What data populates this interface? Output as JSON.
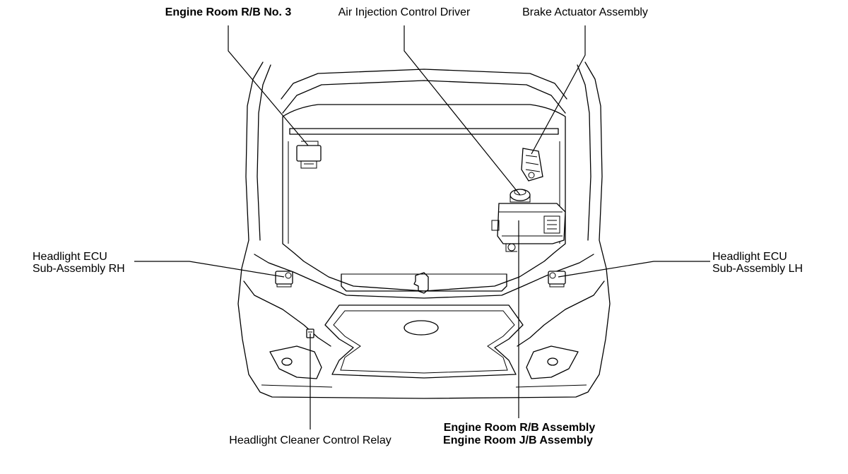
{
  "labels": {
    "engine_room_rb_no3": "Engine Room R/B No. 3",
    "air_injection_control_driver": "Air Injection Control Driver",
    "brake_actuator_assembly": "Brake Actuator Assembly",
    "headlight_ecu_rh_line1": "Headlight ECU",
    "headlight_ecu_rh_line2": "Sub-Assembly RH",
    "headlight_ecu_lh_line1": "Headlight ECU",
    "headlight_ecu_lh_line2": "Sub-Assembly LH",
    "headlight_cleaner_control_relay": "Headlight Cleaner Control Relay",
    "engine_room_rb_assembly": "Engine Room R/B Assembly",
    "engine_room_jb_assembly": "Engine Room J/B Assembly"
  }
}
